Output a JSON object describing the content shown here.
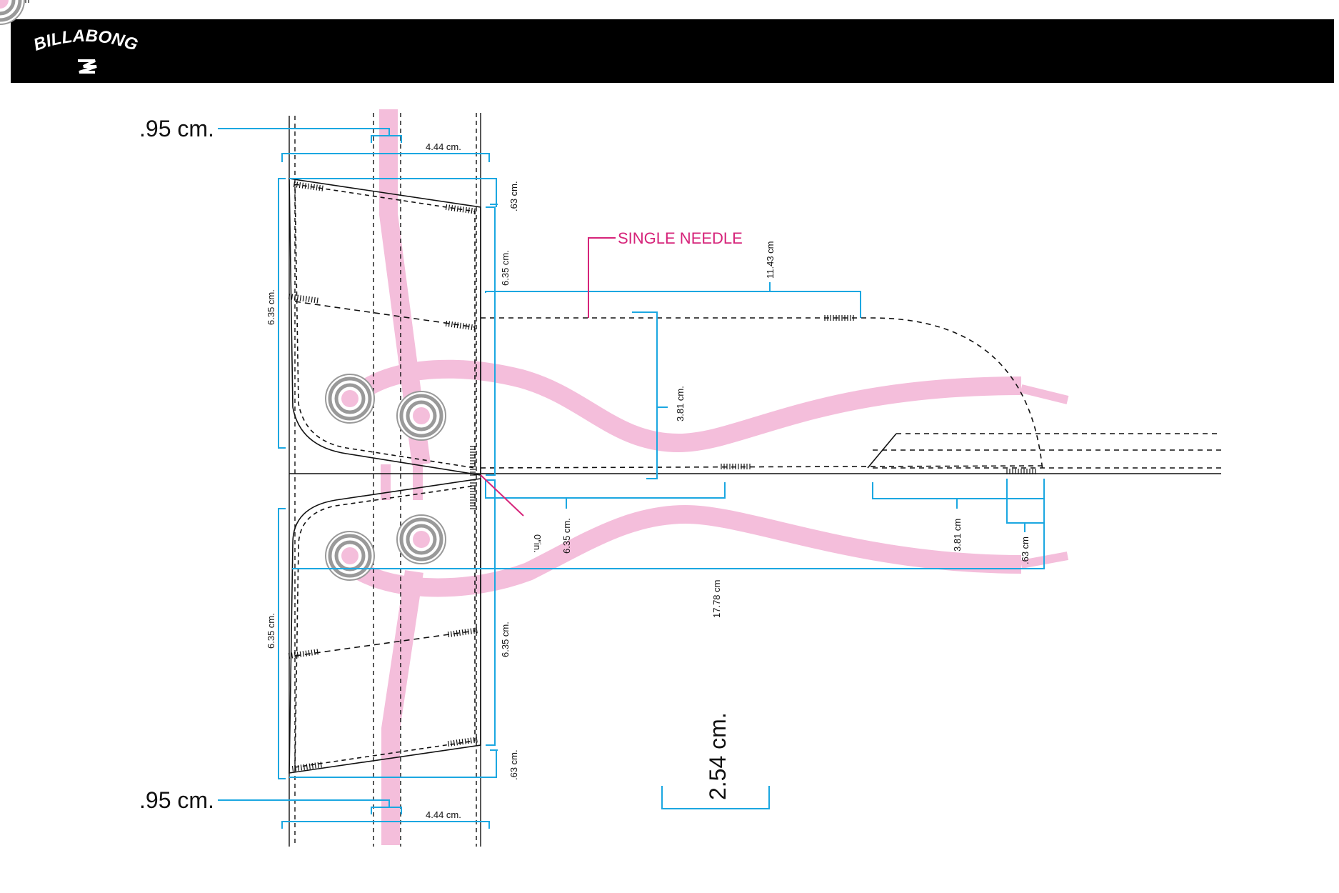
{
  "header": {
    "logo_text": "BILLABONG"
  },
  "colors": {
    "dimension": "#1ba7e1",
    "strap": "#f4bedb",
    "callout": "#d6247a",
    "stitch": "#111111"
  },
  "icons": [
    "billabong-logo-icon",
    "snap-button-icon"
  ],
  "labels": {
    "top_seam_width": ".95 cm.",
    "bottom_seam_width": ".95 cm.",
    "top_strap_width": "4.44 cm.",
    "bottom_strap_width": "4.44 cm.",
    "top_offset": ".63 cm.",
    "bottom_offset": ".63 cm.",
    "left_upper_height": "6.35 cm.",
    "left_lower_height": "6.35 cm.",
    "right_upper_height": "6.35 cm.",
    "right_lower_height": "6.35 cm.",
    "single_needle": "SINGLE NEEDLE",
    "tab_length": "11.43 cm",
    "tab_height": "3.81 cm.",
    "origin": "0\"in.",
    "center_length": "6.35 cm.",
    "tip_length": "3.81 cm",
    "tip_offset": ".63 cm",
    "total_length": "17.78 cm",
    "scale_reference": "2.54 cm."
  }
}
